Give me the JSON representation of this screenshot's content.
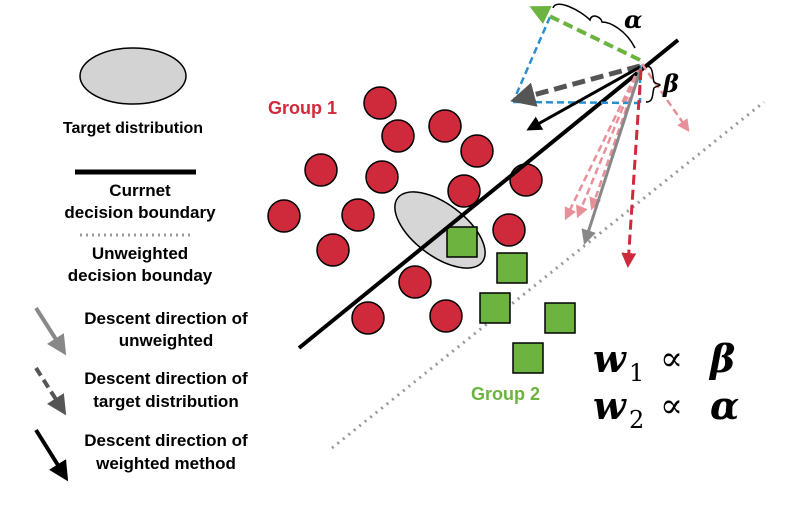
{
  "legend": {
    "target": "Target distribution",
    "current_line1": "Currnet",
    "current_line2": "decision boundary",
    "unweighted_line1": "Unweighted",
    "unweighted_line2": "decision bounday",
    "desc_unweighted_line1": "Descent direction of",
    "desc_unweighted_line2": "unweighted",
    "desc_target_line1": "Descent direction of",
    "desc_target_line2": "target distribution",
    "desc_weighted_line1": "Descent direction of",
    "desc_weighted_line2": "weighted method"
  },
  "groups": {
    "group1": "Group 1",
    "group2": "Group 2"
  },
  "angles": {
    "alpha": "α",
    "beta": "β"
  },
  "formula": {
    "w1": "w",
    "w1_sub": "1",
    "w2": "w",
    "w2_sub": "2",
    "propto": "∝",
    "beta": "β",
    "alpha": "α"
  },
  "colors": {
    "group1": "#cf2a3b",
    "group2": "#6db33f",
    "blue_dashed": "#2a8fd0",
    "green_dashed": "#6db33f",
    "pink": "#e8909a",
    "gray": "#888888",
    "dark_gray": "#555555"
  }
}
